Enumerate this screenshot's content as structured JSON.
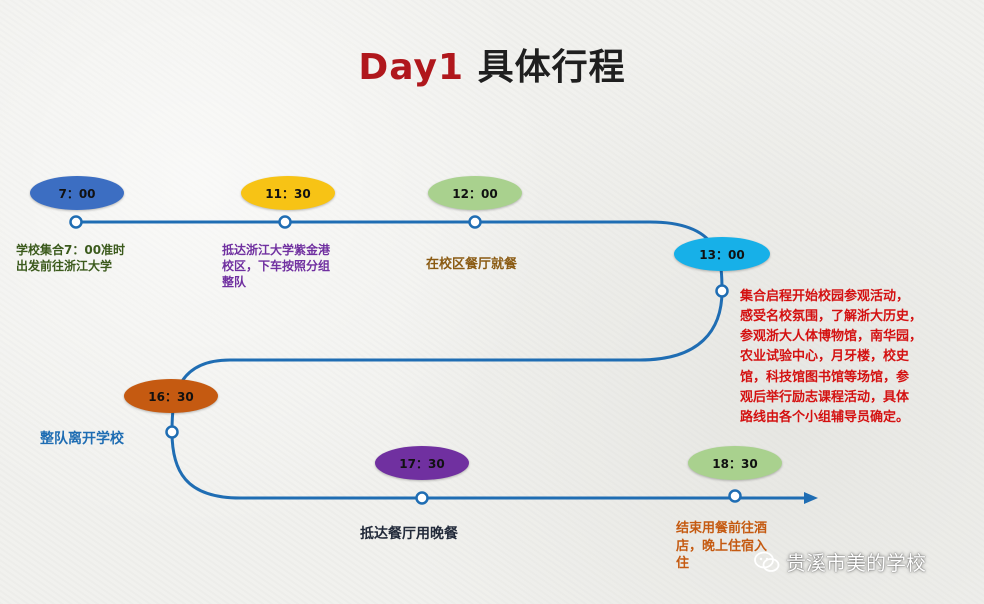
{
  "title": {
    "day": "Day1",
    "rest": "具体行程"
  },
  "colors": {
    "line": "#1f6db3",
    "time_7": "#3c6ec2",
    "time_11_30": "#f7c315",
    "time_12": "#a9d18e",
    "time_13": "#17b0e8",
    "time_16_30": "#c55a11",
    "time_17_30": "#7030a0",
    "time_18_30": "#a9d18e"
  },
  "stops": [
    {
      "time": "7：00",
      "desc": "学校集合7：00准时\n出发前往浙江大学"
    },
    {
      "time": "11：30",
      "desc": "抵达浙江大学紫金港\n校区，下车按照分组\n整队"
    },
    {
      "time": "12：00",
      "desc": "在校区餐厅就餐"
    },
    {
      "time": "13：00",
      "desc": "集合启程开始校园参观活动，\n感受名校氛围，了解浙大历史，\n参观浙大人体博物馆，南华园，\n农业试验中心，月牙楼，校史\n馆，科技馆图书馆等场馆，参\n观后举行励志课程活动，具体\n路线由各个小组辅导员确定。"
    },
    {
      "time": "16：30",
      "desc": "整队离开学校"
    },
    {
      "time": "17：30",
      "desc": "抵达餐厅用晚餐"
    },
    {
      "time": "18：30",
      "desc": "结束用餐前往酒\n店，晚上住宿入\n住"
    }
  ],
  "watermark": "贵溪市美的学校"
}
